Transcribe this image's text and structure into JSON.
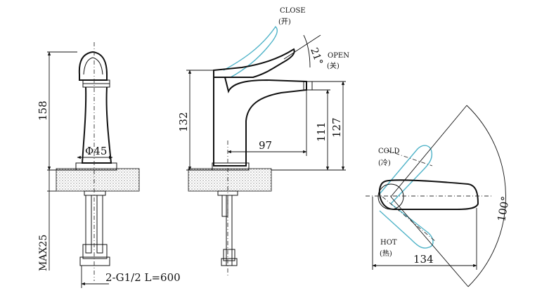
{
  "labels": {
    "close": "CLOSE",
    "close_cn": "(开)",
    "open": "OPEN",
    "open_cn": "(关)",
    "cold": "COLD",
    "cold_cn": "(冷)",
    "hot": "HOT",
    "hot_cn": "(热)"
  },
  "dimensions": {
    "height_total": "158",
    "diameter": "Φ45",
    "max_thickness": "MAX25",
    "hose": "2-G1/2 L=600",
    "spout_height": "132",
    "reach": "97",
    "outlet_height": "111",
    "body_height": "127",
    "lever_angle": "21°",
    "rotation_angle": "100°",
    "top_length": "134"
  },
  "colors": {
    "line": "#111111",
    "alternate_position": "#4fb3c8",
    "counter_hatch": "#555555"
  }
}
